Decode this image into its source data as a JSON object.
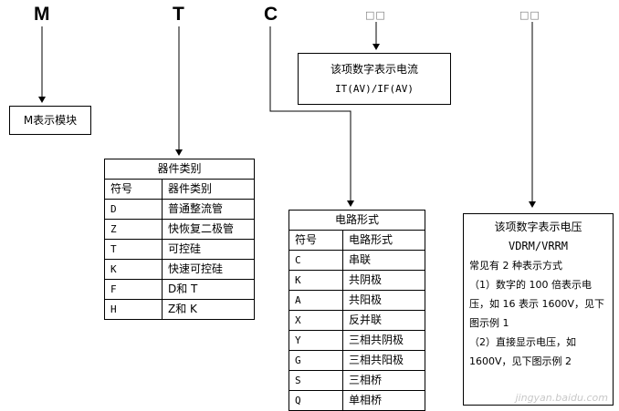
{
  "header": {
    "letters": [
      "M",
      "T",
      "C"
    ],
    "glyph_placeholders": [
      "□□",
      "□□"
    ]
  },
  "m_box": {
    "text": "M表示模块"
  },
  "current_box": {
    "line1": "该项数字表示电流",
    "line2": "IT(AV)/IF(AV)"
  },
  "device_table": {
    "title": "器件类别",
    "headers": [
      "符号",
      "器件类别"
    ],
    "rows": [
      [
        "D",
        "普通整流管"
      ],
      [
        "Z",
        "快恢复二极管"
      ],
      [
        "T",
        "可控硅"
      ],
      [
        "K",
        "快速可控硅"
      ],
      [
        "F",
        "D和 T"
      ],
      [
        "H",
        "Z和 K"
      ]
    ]
  },
  "circuit_table": {
    "title": "电路形式",
    "headers": [
      "符号",
      "电路形式"
    ],
    "rows": [
      [
        "C",
        "串联"
      ],
      [
        "K",
        "共阴极"
      ],
      [
        "A",
        "共阳极"
      ],
      [
        "X",
        "反并联"
      ],
      [
        "Y",
        "三相共阴极"
      ],
      [
        "G",
        "三相共阳极"
      ],
      [
        "S",
        "三相桥"
      ],
      [
        "Q",
        "单相桥"
      ]
    ]
  },
  "voltage_box": {
    "title": "该项数字表示电压",
    "subtitle": "VDRM/VRRM",
    "lines": [
      "常见有 2 种表示方式",
      "（1）数字的 100 倍表示电",
      "压，如 16 表示 1600V，见下",
      "图示例 1",
      "（2）直接显示电压，如",
      "1600V，见下图示例 2"
    ]
  },
  "watermark": "jingyan.baidu.com"
}
